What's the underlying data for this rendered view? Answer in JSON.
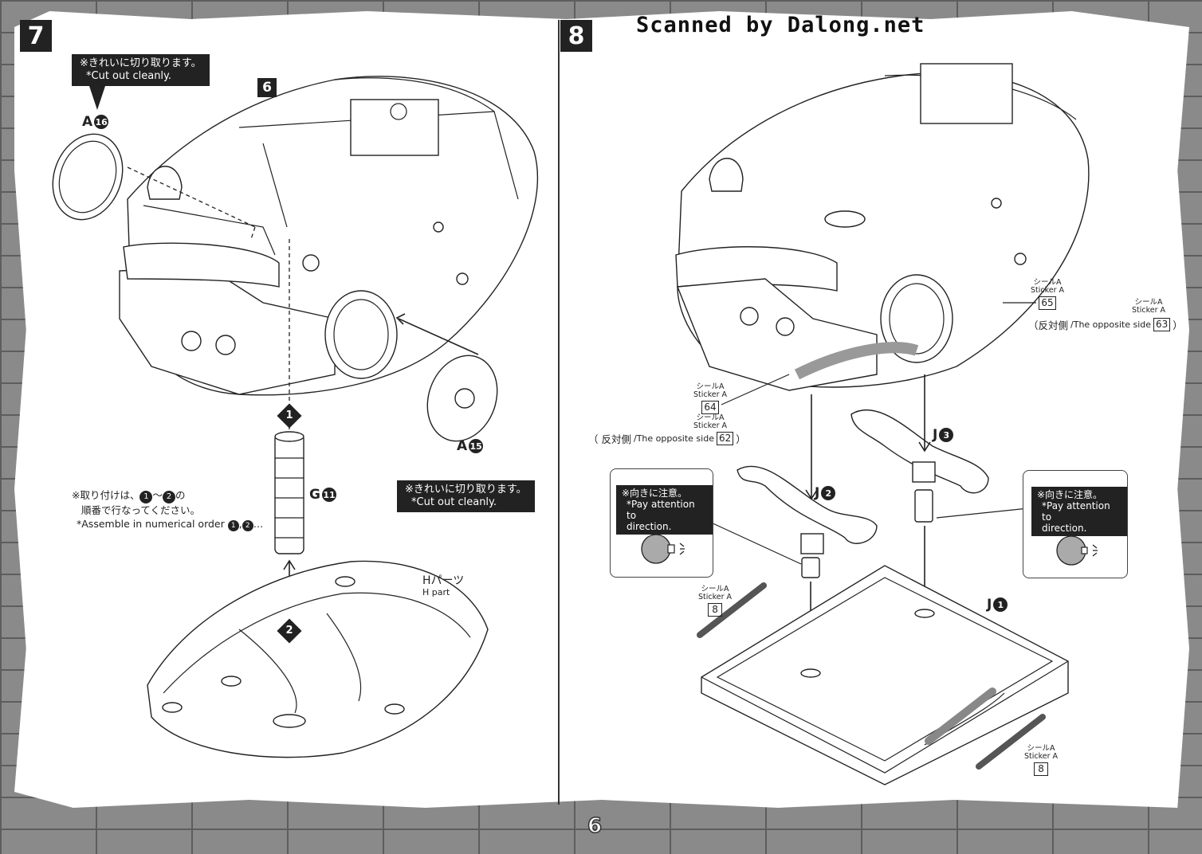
{
  "watermark": "Scanned by Dalong.net",
  "page_number": "6",
  "step7": {
    "number": "7",
    "sub_step": "6",
    "callout_top": {
      "jp": "※きれいに切り取ります。",
      "en": "*Cut out cleanly."
    },
    "callout_bottom": {
      "jp": "※きれいに切り取ります。",
      "en": "*Cut out cleanly."
    },
    "part_a16": {
      "letter": "A",
      "num": "16"
    },
    "part_a15": {
      "letter": "A",
      "num": "15"
    },
    "part_g11": {
      "letter": "G",
      "num": "11"
    },
    "diamond_1": "1",
    "diamond_2": "2",
    "assemble_note": {
      "jp_line1_pre": "※取り付けは、",
      "jp_num1": "1",
      "jp_tilde": "～",
      "jp_num2": "2",
      "jp_line1_post": "の",
      "jp_line2": "順番で行なってください。",
      "en": "*Assemble in numerical order",
      "en_num1": "1",
      "en_num2": "2",
      "en_suffix": "…"
    },
    "h_part": {
      "jp": "Hパーツ",
      "en": "H part"
    }
  },
  "step8": {
    "number": "8",
    "sticker_65": {
      "jp": "シールA",
      "en": "Sticker A",
      "num": "65"
    },
    "sticker_63_group": {
      "jp": "シールA",
      "en": "Sticker A",
      "prefix": "（反対側",
      "text": "/The opposite side",
      "num": "63",
      "suffix": "）"
    },
    "sticker_64": {
      "jp": "シールA",
      "en": "Sticker A",
      "num": "64"
    },
    "sticker_62_group": {
      "jp": "シールA",
      "en": "Sticker A",
      "prefix": "（ 反対側",
      "text": "/The opposite side",
      "num": "62",
      "suffix": "）"
    },
    "sticker_8_left": {
      "jp": "シールA",
      "en": "Sticker A",
      "num": "8"
    },
    "sticker_8_right": {
      "jp": "シールA",
      "en": "Sticker A",
      "num": "8"
    },
    "attention_left": {
      "jp": "※向きに注意。",
      "en1": "*Pay attention to",
      "en2": "direction."
    },
    "attention_right": {
      "jp": "※向きに注意。",
      "en1": "*Pay attention to",
      "en2": "direction."
    },
    "part_j1": {
      "letter": "J",
      "num": "1"
    },
    "part_j2": {
      "letter": "J",
      "num": "2"
    },
    "part_j3": {
      "letter": "J",
      "num": "3"
    }
  }
}
